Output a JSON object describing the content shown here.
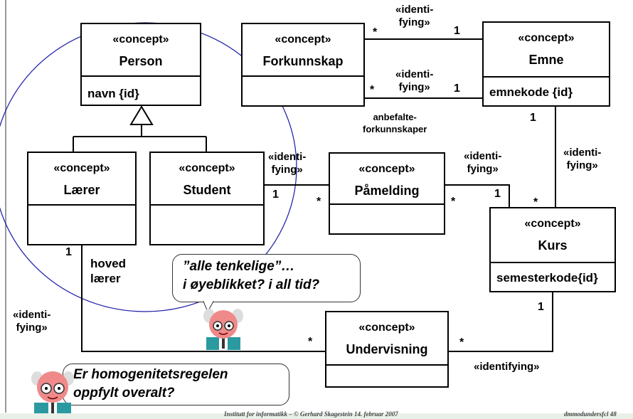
{
  "classes": {
    "person": {
      "stereotype": "«concept»",
      "name": "Person",
      "attr": "navn {id}"
    },
    "forkunnskap": {
      "stereotype": "«concept»",
      "name": "Forkunnskap"
    },
    "emne": {
      "stereotype": "«concept»",
      "name": "Emne",
      "attr": "emnekode {id}"
    },
    "laerer": {
      "stereotype": "«concept»",
      "name": "Lærer"
    },
    "student": {
      "stereotype": "«concept»",
      "name": "Student"
    },
    "paamelding": {
      "stereotype": "«concept»",
      "name": "Påmelding"
    },
    "kurs": {
      "stereotype": "«concept»",
      "name": "Kurs",
      "attr": "semesterkode{id}"
    },
    "undervisning": {
      "stereotype": "«concept»",
      "name": "Undervisning"
    }
  },
  "labels": {
    "ident_fk_emne_1": [
      "«identi-",
      "fying»"
    ],
    "ident_fk_emne_2": [
      "«identi-",
      "fying»"
    ],
    "anbefalte": [
      "anbefalte-",
      "forkunnskaper"
    ],
    "ident_student_paam": [
      "«identi-",
      "fying»"
    ],
    "ident_paam_kurs": [
      "«identi-",
      "fying»"
    ],
    "ident_emne_kurs": [
      "«identi-",
      "fying»"
    ],
    "ident_laerer_underv": [
      "«identi-",
      "fying»"
    ],
    "hoved_laerer": [
      "hoved",
      "lærer"
    ],
    "ident_kurs_underv": "«identifying»"
  },
  "multiplicities": {
    "fk_emne1_star": "*",
    "fk_emne1_one": "1",
    "fk_emne2_star": "*",
    "fk_emne2_one": "1",
    "student_one": "1",
    "paam_left_star": "*",
    "paam_right_star": "*",
    "kurs_left_one": "1",
    "emne_one": "1",
    "kurs_top_star": "*",
    "laerer_one": "1",
    "underv_left_star": "*",
    "underv_right_star": "*",
    "kurs_bottom_one": "1"
  },
  "bubbles": {
    "alle": [
      "”alle tenkelige”…",
      "i øyeblikket? i all tid?"
    ],
    "homogen": [
      "Er homogenitetsregelen",
      "oppfylt overalt?"
    ]
  },
  "footer": {
    "left": "Institutt for informatikk – © Gerhard Skagestein 14. februar 2007",
    "right": "dmmodundersfcl 48"
  }
}
